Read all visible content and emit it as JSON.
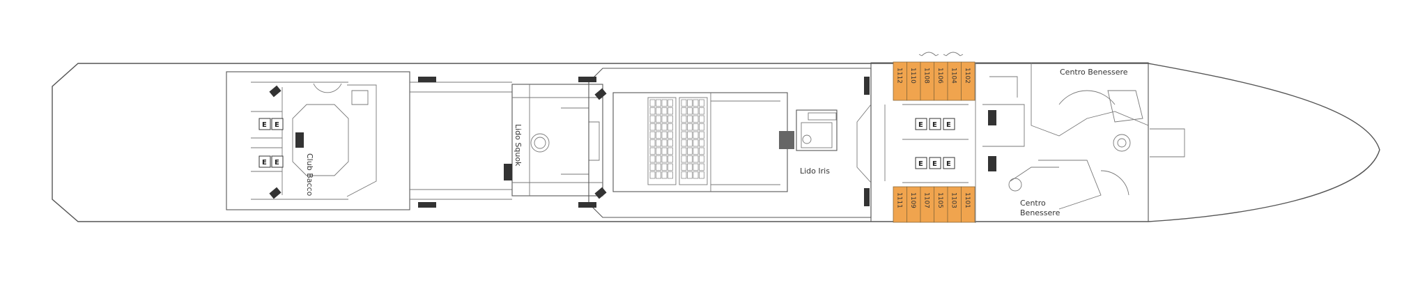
{
  "labels": {
    "club_bacco": "Club Bacco",
    "lido_squok": "Lido Squok",
    "lido_iris": "Lido Iris",
    "centro_benessere_top": "Centro Benessere",
    "centro_benessere_bottom_line1": "Centro",
    "centro_benessere_bottom_line2": "Benessere"
  },
  "elevator_letter": "E",
  "cabins_top": [
    "1112",
    "1110",
    "1108",
    "1106",
    "1104",
    "1102"
  ],
  "cabins_bottom": [
    "1111",
    "1109",
    "1107",
    "1105",
    "1103",
    "1101"
  ],
  "colors": {
    "cabin_fill": "#F0A44E",
    "cabin_stroke": "#8A6A3A",
    "line": "#555555",
    "stair_fill": "#333333"
  }
}
